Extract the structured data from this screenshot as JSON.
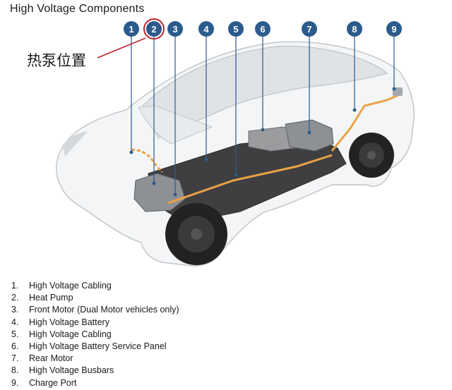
{
  "title": "High Voltage Components",
  "annotation": "热泵位置",
  "badges": [
    "1",
    "2",
    "3",
    "4",
    "5",
    "6",
    "7",
    "8",
    "9"
  ],
  "colors": {
    "badge": "#2b5b8c",
    "cable": "#e9a246",
    "highlight": "#c0202a"
  },
  "legend": [
    {
      "num": "1.",
      "label": "High Voltage Cabling"
    },
    {
      "num": "2.",
      "label": "Heat Pump"
    },
    {
      "num": "3.",
      "label": "Front Motor (Dual Motor vehicles only)"
    },
    {
      "num": "4.",
      "label": "High Voltage Battery"
    },
    {
      "num": "5.",
      "label": "High Voltage Cabling"
    },
    {
      "num": "6.",
      "label": "High Voltage Battery Service Panel"
    },
    {
      "num": "7.",
      "label": "Rear Motor"
    },
    {
      "num": "8.",
      "label": "High Voltage Busbars"
    },
    {
      "num": "9.",
      "label": "Charge Port"
    }
  ]
}
